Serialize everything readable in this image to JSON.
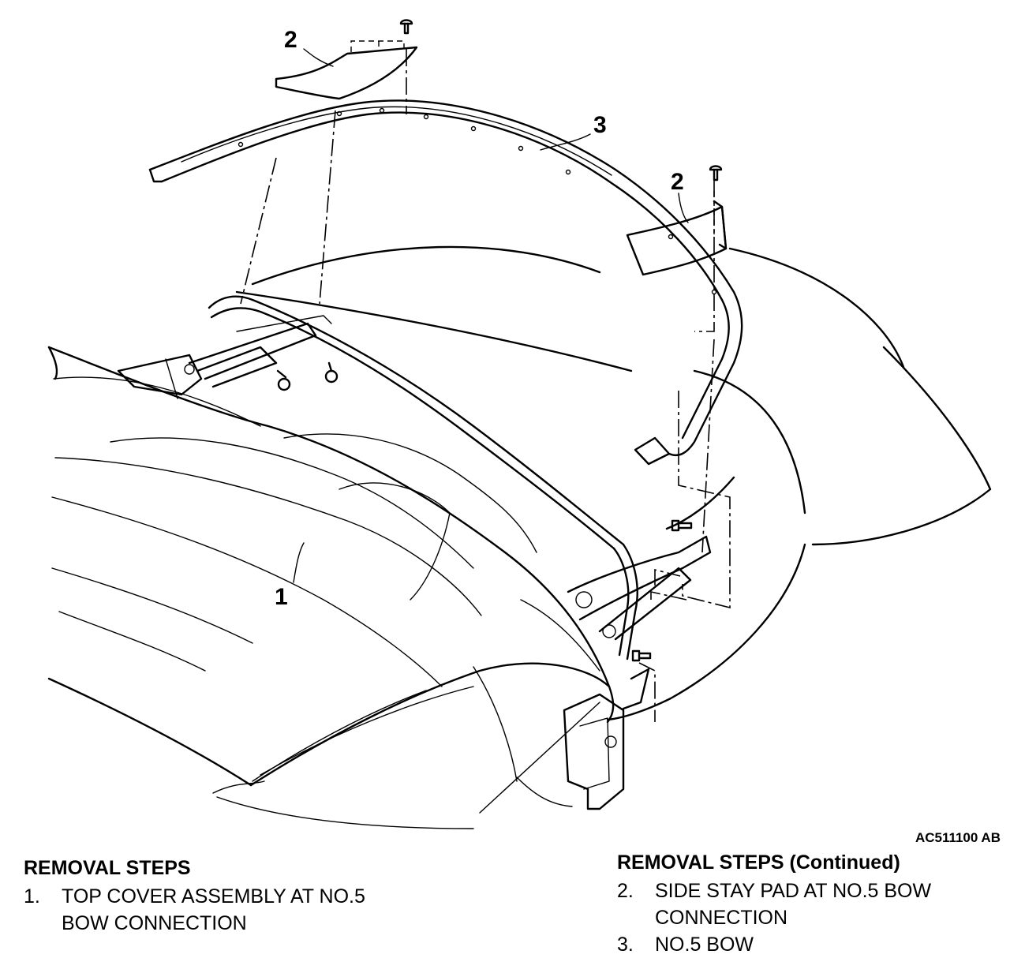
{
  "diagram": {
    "callouts": [
      {
        "id": "c1",
        "label": "1"
      },
      {
        "id": "c2a",
        "label": "2"
      },
      {
        "id": "c2b",
        "label": "2"
      },
      {
        "id": "c3",
        "label": "3"
      }
    ],
    "figure_code": "AC511100 AB"
  },
  "removal_steps": {
    "heading": "REMOVAL STEPS",
    "items": [
      {
        "num": "1.",
        "line1": "TOP COVER ASSEMBLY AT NO.5",
        "line2": "BOW CONNECTION"
      }
    ]
  },
  "removal_steps_continued": {
    "heading": "REMOVAL STEPS (Continued)",
    "items": [
      {
        "num": "2.",
        "line1": "SIDE STAY PAD AT NO.5 BOW",
        "line2": "CONNECTION"
      },
      {
        "num": "3.",
        "line1": "NO.5 BOW",
        "line2": ""
      }
    ]
  }
}
